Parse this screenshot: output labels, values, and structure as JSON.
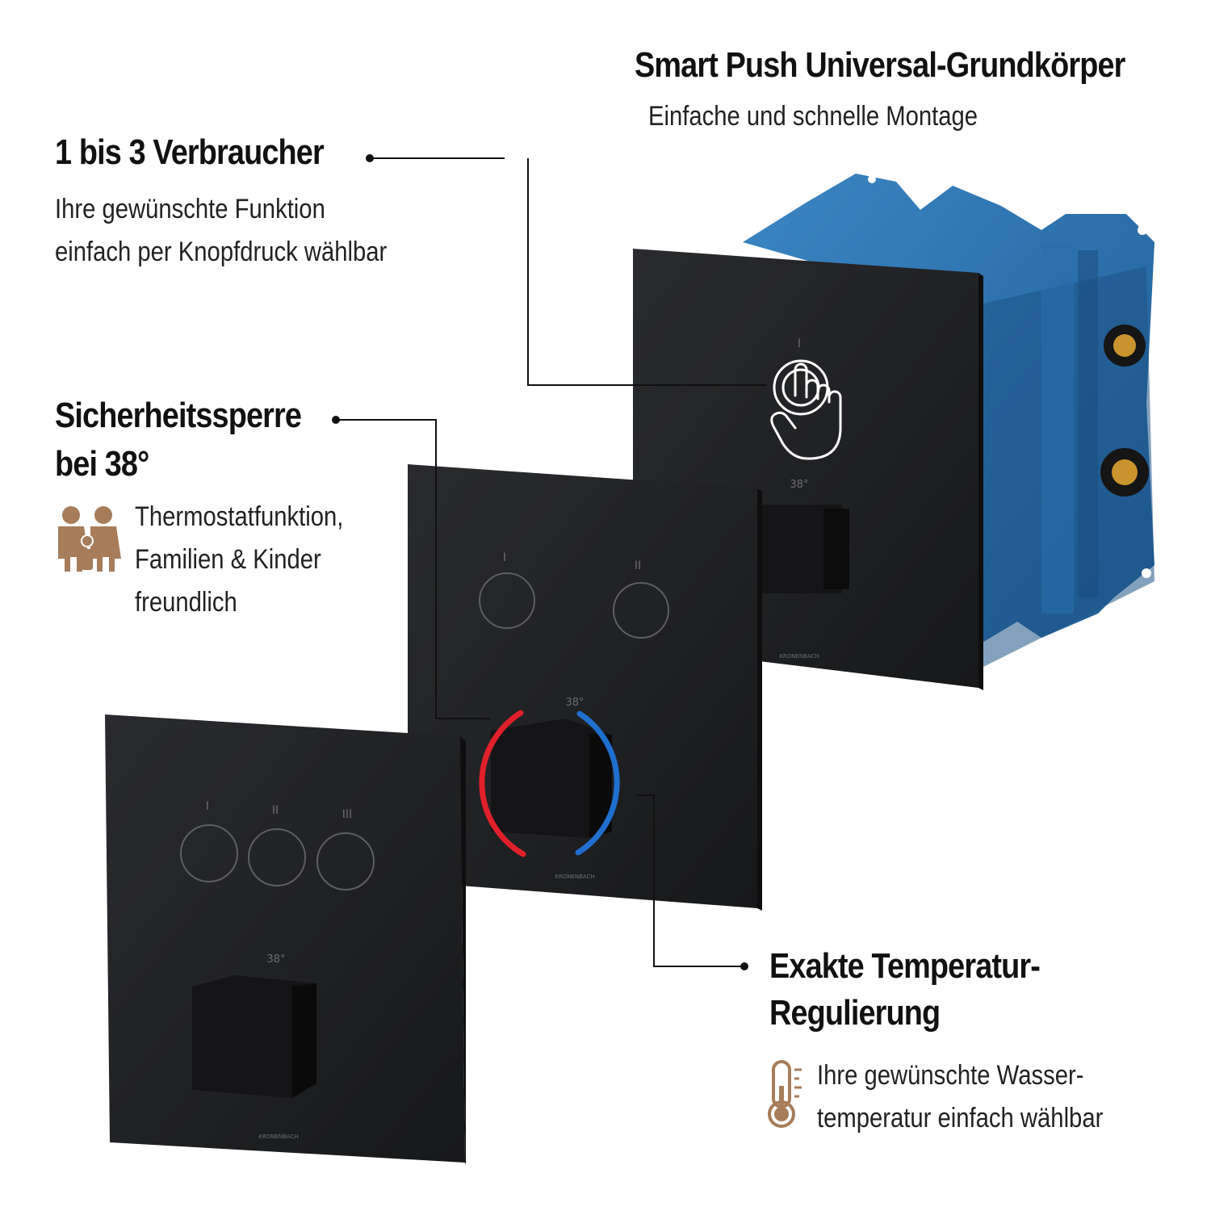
{
  "header": {
    "title": "Smart Push Universal-Grundkörper",
    "subtitle": "Einfache und schnelle Montage"
  },
  "features": {
    "consumers": {
      "title": "1 bis 3 Verbraucher",
      "line1": "Ihre gewünschte Funktion",
      "line2": "einfach per Knopfdruck wählbar"
    },
    "safety": {
      "title_line1": "Sicherheitssperre",
      "title_line2": "bei 38°",
      "line1": "Thermostatfunktion,",
      "line2": "Familien & Kinder",
      "line3": "freundlich",
      "icon": "family-icon"
    },
    "temperature": {
      "title_line1": "Exakte Temperatur-",
      "title_line2": "Regulierung",
      "line1": "Ihre gewünschte Wasser-",
      "line2": "temperatur einfach wählbar",
      "icon": "thermometer-icon"
    }
  },
  "panels": {
    "one_button": {
      "labels": [
        "I"
      ],
      "temp_mark": "38°",
      "brand": "KRONENBACH"
    },
    "two_buttons": {
      "labels": [
        "I",
        "II"
      ],
      "temp_mark": "38°",
      "brand": "KRONENBACH"
    },
    "three_buttons": {
      "labels": [
        "I",
        "II",
        "III"
      ],
      "temp_mark": "38°",
      "brand": "KRONENBACH"
    }
  },
  "colors": {
    "accent_brown": "#a67c5b",
    "panel_black": "#1f2022",
    "housing_blue": "#2b6ea8",
    "hot_red": "#e0202a",
    "cold_blue": "#1f6fcf"
  }
}
